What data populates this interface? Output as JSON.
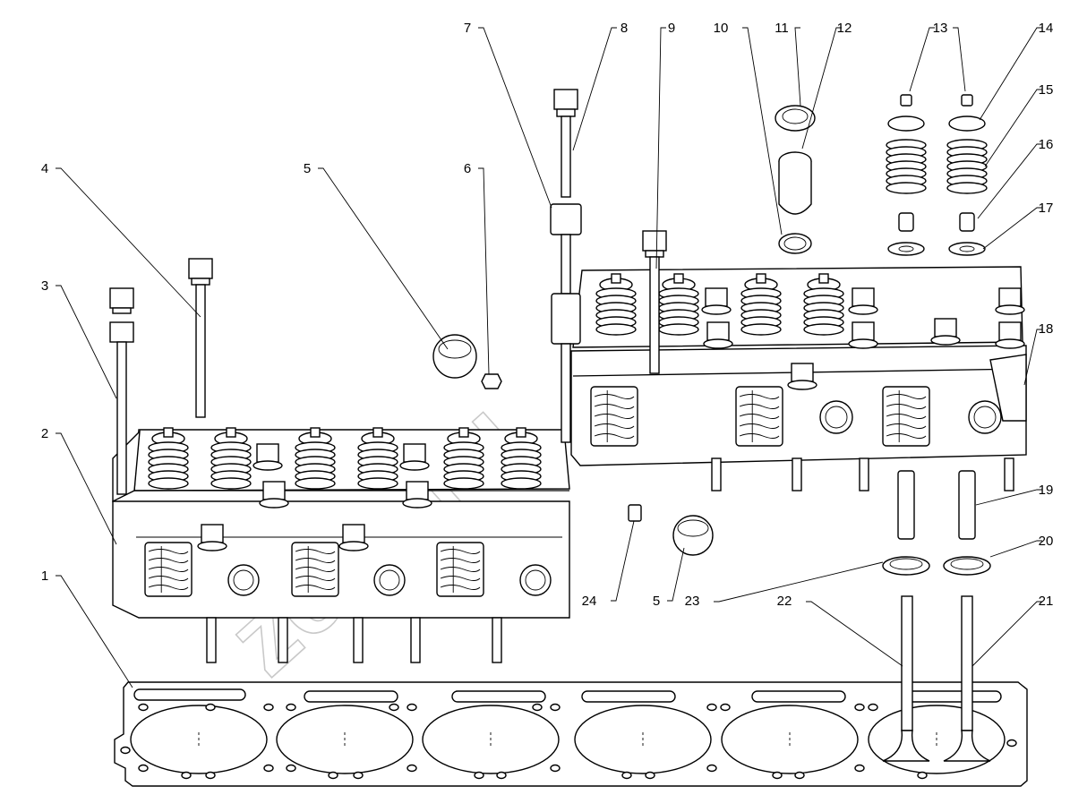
{
  "watermark": "zeto.ru",
  "callouts": [
    {
      "id": "c1",
      "label": "1"
    },
    {
      "id": "c2",
      "label": "2"
    },
    {
      "id": "c3",
      "label": "3"
    },
    {
      "id": "c4",
      "label": "4"
    },
    {
      "id": "c5a",
      "label": "5"
    },
    {
      "id": "c5b",
      "label": "5"
    },
    {
      "id": "c6",
      "label": "6"
    },
    {
      "id": "c7",
      "label": "7"
    },
    {
      "id": "c8",
      "label": "8"
    },
    {
      "id": "c9",
      "label": "9"
    },
    {
      "id": "c10",
      "label": "10"
    },
    {
      "id": "c11",
      "label": "11"
    },
    {
      "id": "c12",
      "label": "12"
    },
    {
      "id": "c13",
      "label": "13"
    },
    {
      "id": "c14",
      "label": "14"
    },
    {
      "id": "c15",
      "label": "15"
    },
    {
      "id": "c16",
      "label": "16"
    },
    {
      "id": "c17",
      "label": "17"
    },
    {
      "id": "c18",
      "label": "18"
    },
    {
      "id": "c19",
      "label": "19"
    },
    {
      "id": "c20",
      "label": "20"
    },
    {
      "id": "c21",
      "label": "21"
    },
    {
      "id": "c22",
      "label": "22"
    },
    {
      "id": "c23",
      "label": "23"
    },
    {
      "id": "c24",
      "label": "24"
    }
  ]
}
